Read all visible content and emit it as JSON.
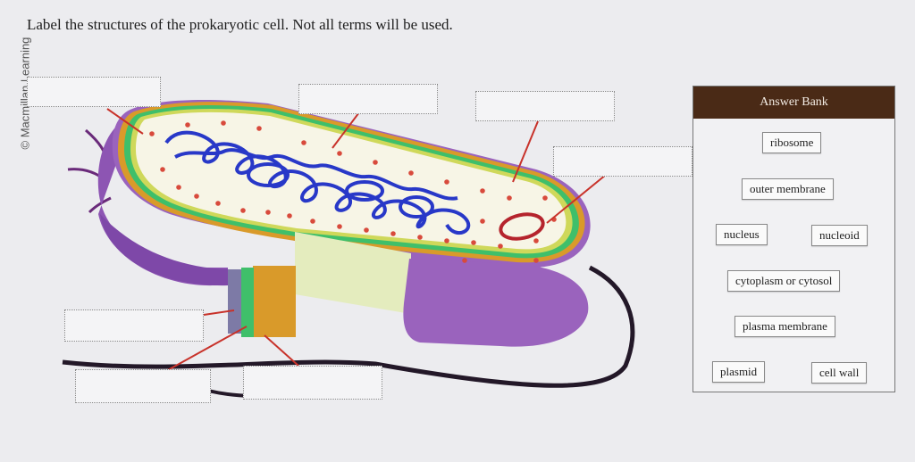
{
  "watermark": "© Macmillan Learning",
  "instruction": "Label the structures of the prokaryotic cell. Not all terms will be used.",
  "answer_bank": {
    "title": "Answer Bank",
    "terms": [
      "ribosome",
      "outer membrane",
      "nucleus",
      "nucleoid",
      "cytoplasm or cytosol",
      "plasma membrane",
      "plasmid",
      "cell wall"
    ]
  },
  "drop_targets": [
    {
      "id": "t1",
      "value": ""
    },
    {
      "id": "t2",
      "value": ""
    },
    {
      "id": "t3",
      "value": ""
    },
    {
      "id": "t4",
      "value": ""
    },
    {
      "id": "t5",
      "value": ""
    },
    {
      "id": "t6",
      "value": ""
    },
    {
      "id": "t7",
      "value": ""
    }
  ],
  "colors": {
    "membrane_purple": "#8d55b3",
    "cytoplasm": "#f7f5e6",
    "dna_blue": "#2838c8",
    "ribosome_red": "#d84a3c",
    "wall_orange": "#d99a2a",
    "green_layer": "#3fbf6a",
    "leader_red": "#c8322a",
    "bank_header": "#4a2a16"
  }
}
